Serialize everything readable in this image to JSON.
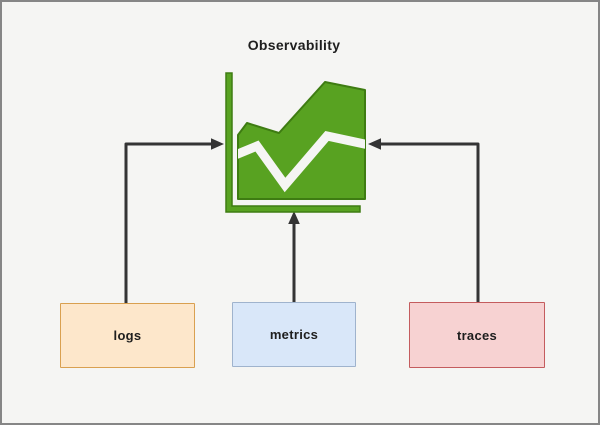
{
  "diagram": {
    "title": "Observability"
  },
  "icons": {
    "observability": "area-chart-icon"
  },
  "nodes": [
    {
      "id": "logs",
      "label": "logs"
    },
    {
      "id": "metrics",
      "label": "metrics"
    },
    {
      "id": "traces",
      "label": "traces"
    }
  ],
  "edges": [
    {
      "from": "logs",
      "to": "observability-chart"
    },
    {
      "from": "metrics",
      "to": "observability-chart"
    },
    {
      "from": "traces",
      "to": "observability-chart"
    }
  ],
  "colors": {
    "canvas-bg": "#f5f5f3",
    "canvas-border": "#868686",
    "arrow": "#343434",
    "icon-green": "#58a221",
    "icon-green-dark": "#3e7c12",
    "icon-stripe": "#f5f5f3",
    "text": "#1e1e1e",
    "logs-fill": "#fde7cb",
    "logs-border": "#d9a050",
    "metrics-fill": "#d9e7f9",
    "metrics-border": "#9fb3cd",
    "traces-fill": "#f7d2d2",
    "traces-border": "#c45c5e"
  }
}
